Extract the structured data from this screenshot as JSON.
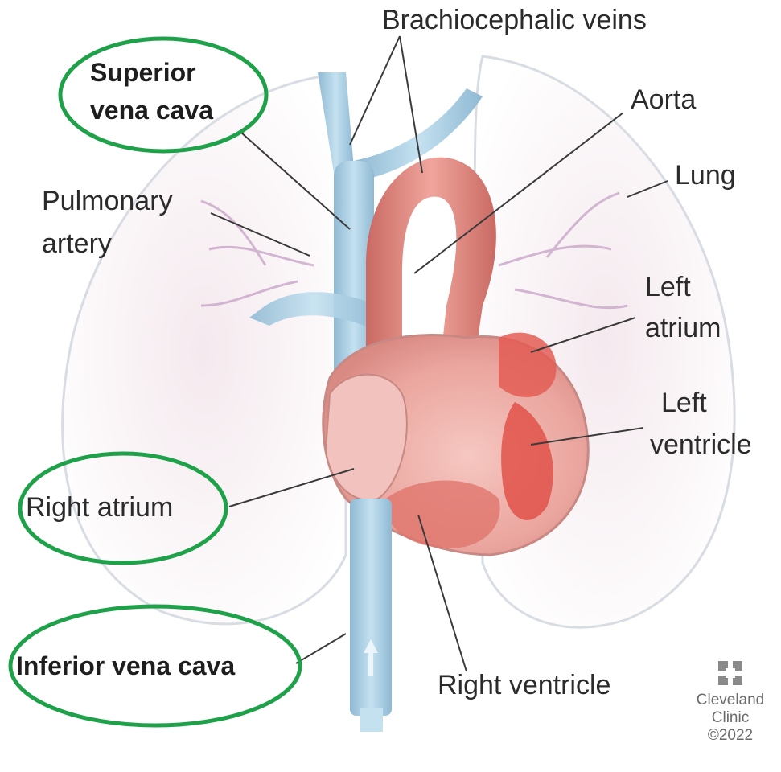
{
  "labels": {
    "brachiocephalic_veins": "Brachiocephalic veins",
    "superior_vena_cava_1": "Superior",
    "superior_vena_cava_2": "vena cava",
    "aorta": "Aorta",
    "lung": "Lung",
    "pulmonary_artery_1": "Pulmonary",
    "pulmonary_artery_2": "artery",
    "left_atrium_1": "Left",
    "left_atrium_2": "atrium",
    "left_ventricle_1": "Left",
    "left_ventricle_2": "ventricle",
    "right_atrium": "Right atrium",
    "inferior_vena_cava": "Inferior vena cava",
    "right_ventricle": "Right ventricle"
  },
  "credit": {
    "line1": "Cleveland",
    "line2": "Clinic",
    "line3": "©2022"
  },
  "colors": {
    "highlight_ellipse": "#1fa14a",
    "leader_line": "#3a3a3a",
    "vein_blue": "#a9d0e6",
    "artery_red": "#d9534f",
    "heart_pink": "#f1b9b4",
    "lung_outline": "#d8dce3"
  },
  "highlighted_structures": [
    "Superior vena cava",
    "Right atrium",
    "Inferior vena cava"
  ]
}
